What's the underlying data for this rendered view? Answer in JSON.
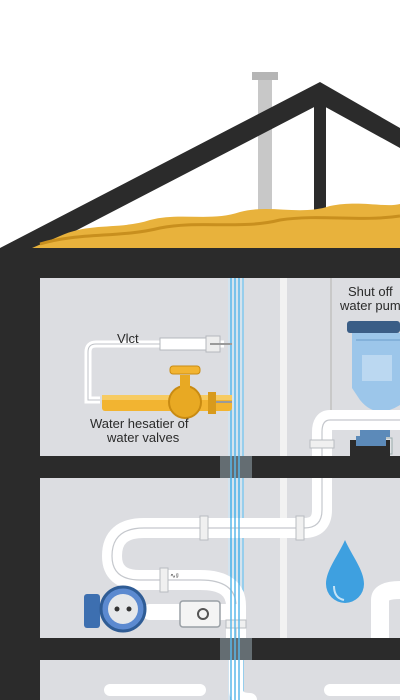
{
  "labels": {
    "vent": "Vlct",
    "heater_line1": "Water hesatier of",
    "heater_line2": "water valves",
    "shutoff_line1": "Shut off",
    "shutoff_line2": "water pum",
    "tiny_mark": "∿ᵍ"
  },
  "colors": {
    "frame": "#2b2b2b",
    "wall": "#dcdde1",
    "insulation": "#e8b23c",
    "valve": "#f2b431",
    "pipe": "#ffffff",
    "water_line": "#5ab8ea",
    "droplet": "#3ea0e0",
    "pump": "#9cc6ea",
    "chimney": "#bdbdbd"
  },
  "icons": [
    "chimney-icon",
    "valve-icon",
    "pump-icon",
    "water-droplet-icon",
    "pressure-gauge-icon",
    "meter-icon"
  ]
}
